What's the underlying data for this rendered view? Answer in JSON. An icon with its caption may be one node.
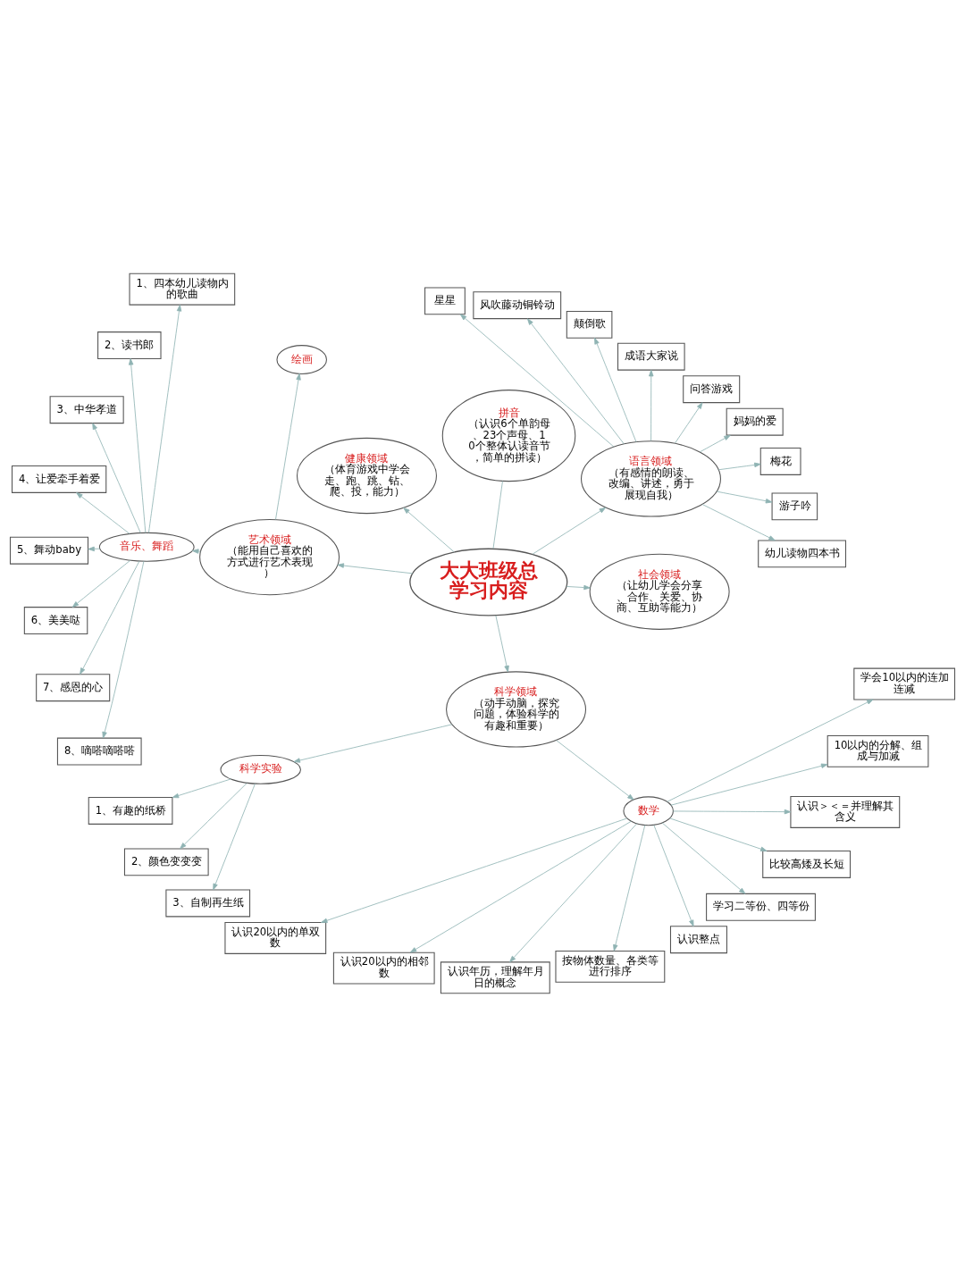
{
  "diagram": {
    "nodes": [
      {
        "text": [
          "幼儿读物四本书"
        ]
      },
      {
        "text": [
          "游子吟"
        ]
      },
      {
        "text": [
          "梅花"
        ]
      },
      {
        "text": [
          "妈妈的爱"
        ]
      },
      {
        "text": [
          "问答游戏"
        ]
      },
      {
        "text": [
          "成语大家说"
        ]
      },
      {
        "text": [
          "颠倒歌"
        ]
      },
      {
        "text": [
          "风吹藤动铜铃动"
        ]
      },
      {
        "text": [
          "星星"
        ]
      },
      {
        "text": [
          "语言领域",
          "（有感情的朗读、改编、讲述，勇于展现自我）"
        ]
      },
      {
        "text": [
          "拼音",
          "（认识6个单韵母、23个声母、10个整体认读音节，简单的拼读）"
        ]
      },
      {
        "text": [
          "健康领域",
          "（体育游戏中学会走、跑、跳、钻、爬、投，能力）"
        ]
      },
      {
        "text": [
          "绘画"
        ]
      },
      {
        "text": [
          "大大班级总学习内容"
        ]
      },
      {
        "text": [
          "艺术领域",
          "（能用自己喜欢的方式进行艺术表现）"
        ]
      },
      {
        "text": [
          "科学实验"
        ]
      },
      {
        "text": [
          "1、有趣的纸桥"
        ]
      },
      {
        "text": [
          "2、颜色变变变"
        ]
      },
      {
        "text": [
          "3、自制再生纸"
        ]
      },
      {
        "text": [
          "科学领域",
          "（动手动脑，探究问题，体验科学的有趣和重要）"
        ]
      },
      {
        "text": [
          "社会领域",
          "（让幼儿学会分享、合作、关爱、协商、互助等能力）"
        ]
      },
      {
        "text": [
          "1、四本幼儿读物内的歌曲"
        ]
      },
      {
        "text": [
          "2、读书郎"
        ]
      },
      {
        "text": [
          "3、中华孝道"
        ]
      },
      {
        "text": [
          "4、让爱牵手着爱"
        ]
      },
      {
        "text": [
          "5、舞动baby"
        ]
      },
      {
        "text": [
          "6、美美哒"
        ]
      },
      {
        "text": [
          "7、感恩的心"
        ]
      },
      {
        "text": [
          "8、嘀嗒嘀嗒嗒"
        ]
      },
      {
        "text": [
          "音乐、舞蹈"
        ]
      },
      {
        "text": [
          "数学"
        ]
      },
      {
        "text": [
          "认识20以内的单双数"
        ]
      },
      {
        "text": [
          "认识20以内的相邻数"
        ]
      },
      {
        "text": [
          "认识年历，理解年月日的概念"
        ]
      },
      {
        "text": [
          "按物体数量、各类等进行排序"
        ]
      },
      {
        "text": [
          "认识整点"
        ]
      },
      {
        "text": [
          "学习二等份、四等份"
        ]
      },
      {
        "text": [
          "比较高矮及长短"
        ]
      },
      {
        "text": [
          "认识＞＜＝并理解其含义"
        ]
      },
      {
        "text": [
          "10以内的分解、组成与加减"
        ]
      },
      {
        "text": [
          "学会10以内的连加连减"
        ]
      }
    ],
    "edges": [
      {
        "from": 13,
        "to": 9,
        "arrow": "to"
      },
      {
        "from": 13,
        "to": 10,
        "arrow": "none"
      },
      {
        "from": 13,
        "to": 11,
        "arrow": "to"
      },
      {
        "from": 13,
        "to": 14,
        "arrow": "to"
      },
      {
        "from": 13,
        "to": 20,
        "arrow": "to"
      },
      {
        "from": 13,
        "to": 19,
        "arrow": "to"
      },
      {
        "from": 9,
        "to": 0,
        "arrow": "to"
      },
      {
        "from": 9,
        "to": 1,
        "arrow": "to"
      },
      {
        "from": 9,
        "to": 2,
        "arrow": "to"
      },
      {
        "from": 9,
        "to": 3,
        "arrow": "to"
      },
      {
        "from": 9,
        "to": 4,
        "arrow": "to"
      },
      {
        "from": 9,
        "to": 5,
        "arrow": "to"
      },
      {
        "from": 9,
        "to": 6,
        "arrow": "to"
      },
      {
        "from": 9,
        "to": 7,
        "arrow": "to"
      },
      {
        "from": 9,
        "to": 8,
        "arrow": "to"
      },
      {
        "from": 14,
        "to": 12,
        "arrow": "to"
      },
      {
        "from": 14,
        "to": 29,
        "arrow": "to"
      },
      {
        "from": 29,
        "to": 21,
        "arrow": "to"
      },
      {
        "from": 29,
        "to": 22,
        "arrow": "to"
      },
      {
        "from": 29,
        "to": 23,
        "arrow": "to"
      },
      {
        "from": 29,
        "to": 24,
        "arrow": "to"
      },
      {
        "from": 29,
        "to": 25,
        "arrow": "to"
      },
      {
        "from": 29,
        "to": 26,
        "arrow": "to"
      },
      {
        "from": 29,
        "to": 27,
        "arrow": "to"
      },
      {
        "from": 29,
        "to": 28,
        "arrow": "to"
      },
      {
        "from": 19,
        "to": 15,
        "arrow": "to"
      },
      {
        "from": 15,
        "to": 16,
        "arrow": "to"
      },
      {
        "from": 15,
        "to": 17,
        "arrow": "to"
      },
      {
        "from": 15,
        "to": 18,
        "arrow": "to"
      },
      {
        "from": 19,
        "to": 30,
        "arrow": "to"
      },
      {
        "from": 30,
        "to": 31,
        "arrow": "to"
      },
      {
        "from": 30,
        "to": 32,
        "arrow": "to"
      },
      {
        "from": 30,
        "to": 33,
        "arrow": "to"
      },
      {
        "from": 30,
        "to": 34,
        "arrow": "to"
      },
      {
        "from": 30,
        "to": 35,
        "arrow": "to"
      },
      {
        "from": 30,
        "to": 36,
        "arrow": "to"
      },
      {
        "from": 30,
        "to": 37,
        "arrow": "to"
      },
      {
        "from": 30,
        "to": 38,
        "arrow": "to"
      },
      {
        "from": 30,
        "to": 39,
        "arrow": "to"
      },
      {
        "from": 30,
        "to": 40,
        "arrow": "to"
      }
    ]
  }
}
